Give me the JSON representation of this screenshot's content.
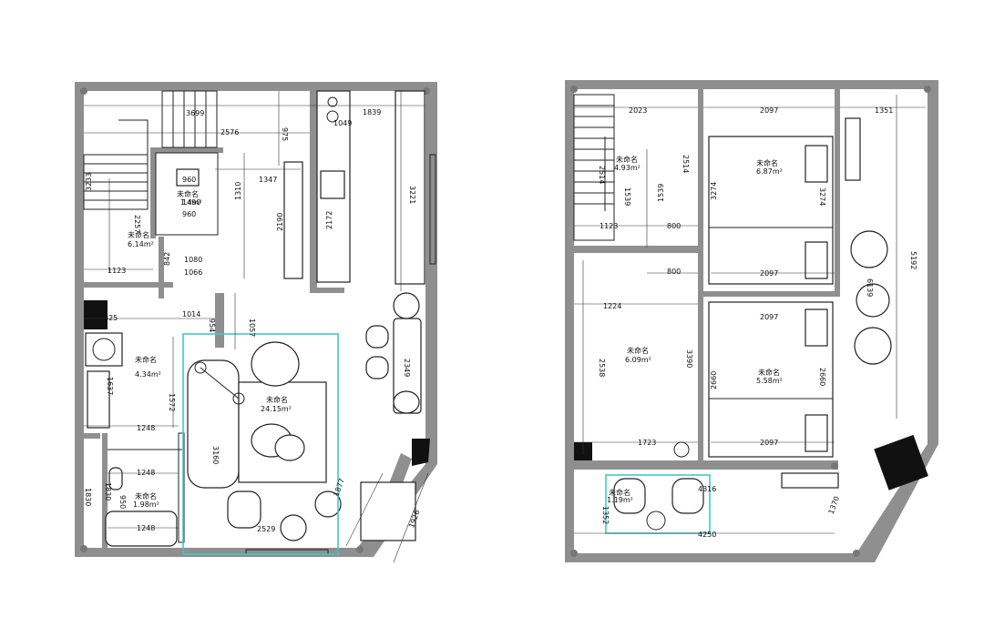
{
  "room_name": "未命名",
  "rooms": [
    {
      "id": "l-stair-room",
      "area": "6.14m²"
    },
    {
      "id": "l-wc-top",
      "area": "1.4m²"
    },
    {
      "id": "l-laundry",
      "area": "4.34m²"
    },
    {
      "id": "l-living",
      "area": "24.15m²"
    },
    {
      "id": "l-bath",
      "area": "1.98m²"
    },
    {
      "id": "r-stair",
      "area": "4.93m²"
    },
    {
      "id": "r-bed-top",
      "area": "6.87m²"
    },
    {
      "id": "r-center",
      "area": "6.09m²"
    },
    {
      "id": "r-bed-bottom",
      "area": "5.58m²"
    },
    {
      "id": "r-balcony",
      "area": "1.19m²"
    }
  ],
  "dims_left": [
    "3699",
    "2576",
    "975",
    "1049",
    "1839",
    "960",
    "1490",
    "960",
    "3233",
    "1347",
    "1310",
    "2257",
    "3221",
    "2190",
    "2172",
    "1080",
    "842",
    "1066",
    "1123",
    "825",
    "1014",
    "954",
    "1057",
    "1637",
    "1572",
    "2349",
    "1248",
    "3160",
    "1248",
    "1830",
    "1830",
    "950",
    "1248",
    "2529",
    "1877",
    "1926"
  ],
  "dims_right": [
    "2023",
    "2097",
    "1351",
    "2514",
    "2514",
    "1539",
    "1539",
    "3274",
    "3274",
    "1123",
    "800",
    "800",
    "2097",
    "5192",
    "6139",
    "1224",
    "2097",
    "2538",
    "3390",
    "2660",
    "2660",
    "1723",
    "2097",
    "1352",
    "4316",
    "4250",
    "1370"
  ],
  "colors": {
    "wall": "#8f8f8f",
    "highlight": "#3fc9c9",
    "ink": "#222222"
  }
}
